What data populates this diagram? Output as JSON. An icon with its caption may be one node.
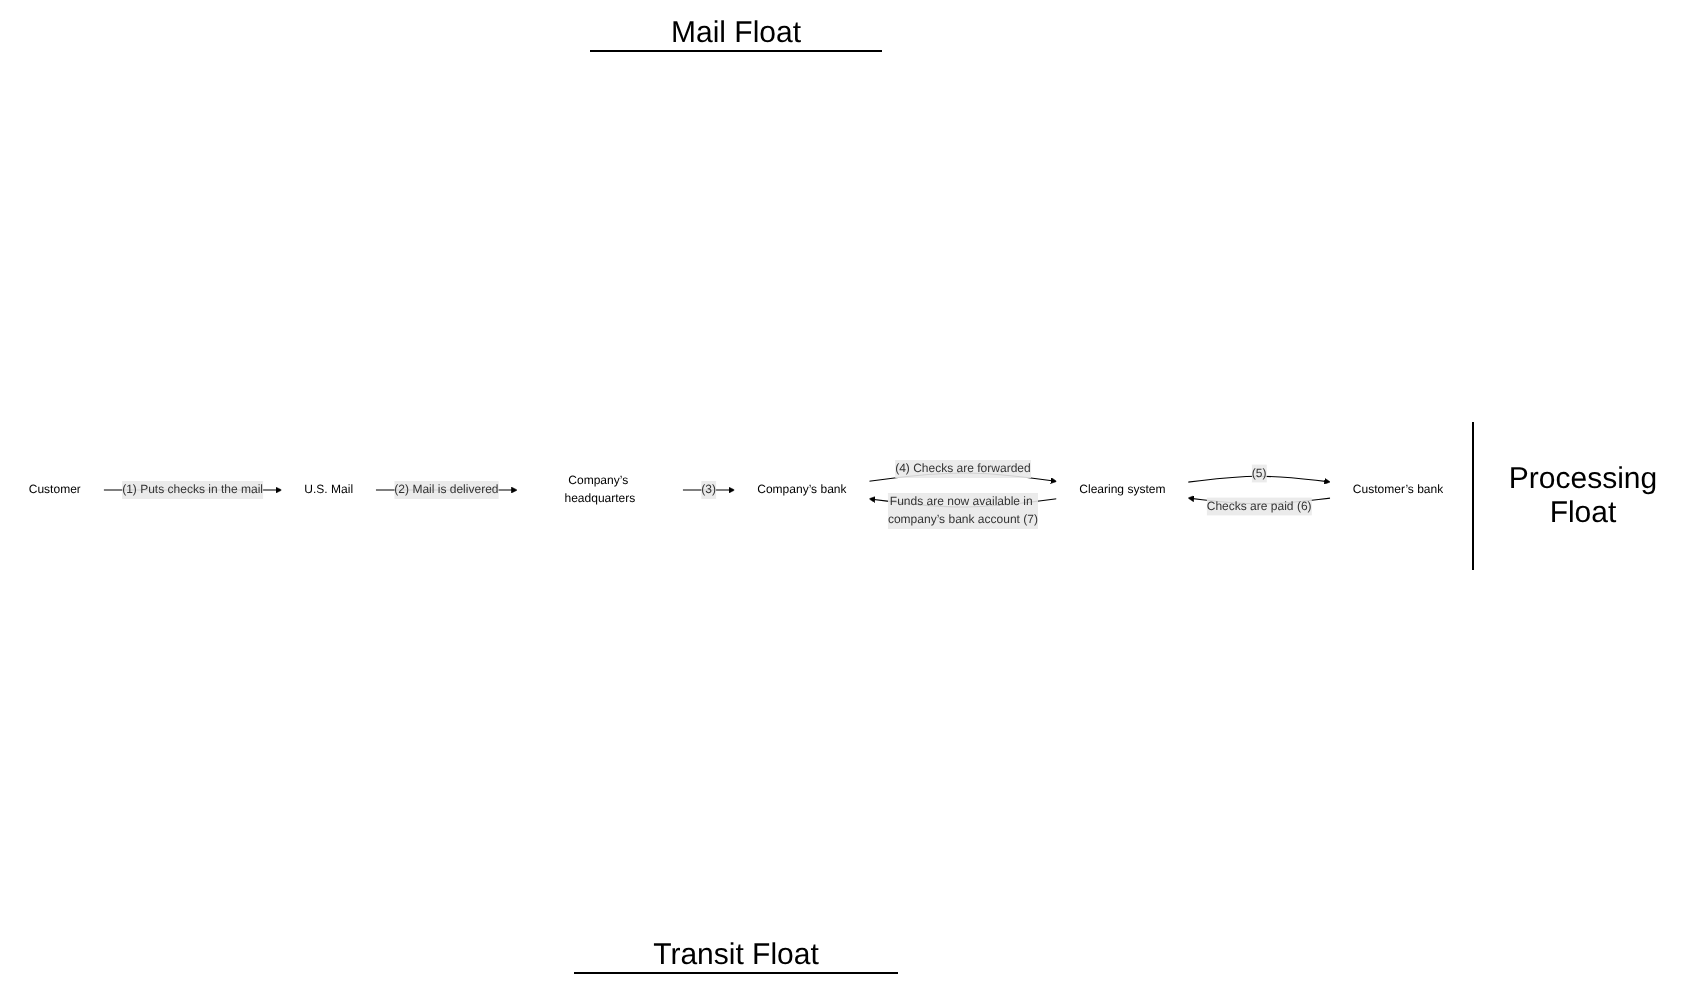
{
  "diagram": {
    "nodes": [
      {
        "text": [
          "Customer"
        ]
      },
      {
        "text": [
          "U.S. Mail"
        ]
      },
      {
        "text": [
          "Company’s headquarters"
        ]
      },
      {
        "text": [
          "Company’s bank"
        ]
      },
      {
        "text": [
          "Clearing system"
        ]
      },
      {
        "text": [
          "Customer’s bank"
        ]
      }
    ],
    "edges": [
      {
        "from": 0,
        "to": 1,
        "arrow": "to",
        "label": "(1) Puts checks in the mail"
      },
      {
        "from": 1,
        "to": 2,
        "arrow": "to",
        "label": "(2) Mail is delivered"
      },
      {
        "from": 2,
        "to": 3,
        "arrow": "to",
        "label": "(3)"
      },
      {
        "from": 3,
        "to": 4,
        "arrow": "to",
        "label": "(4) Checks are forwarded"
      },
      {
        "from": 4,
        "to": 5,
        "arrow": "to",
        "label": "(5)"
      },
      {
        "from": 5,
        "to": 4,
        "arrow": "to",
        "label": "Checks are paid (6)"
      },
      {
        "from": 4,
        "to": 3,
        "arrow": "to",
        "label": "Funds are now available in company’s bank account (7)"
      }
    ],
    "labels": [
      "Mail Float",
      "Processing Float",
      "Transit Float"
    ]
  }
}
